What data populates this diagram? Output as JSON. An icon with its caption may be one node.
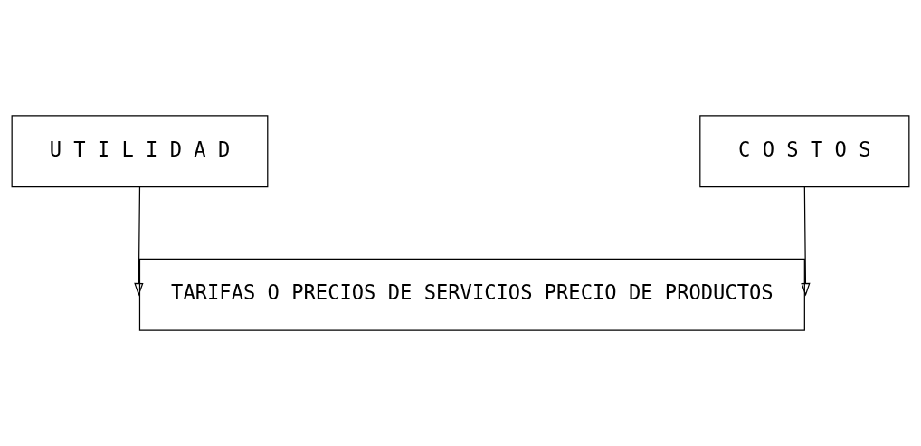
{
  "diagram": {
    "nodes": [
      {
        "text": [
          "U T I L I D A D"
        ]
      },
      {
        "text": [
          "C O S T O S"
        ]
      },
      {
        "text": [
          "TARIFAS O PRECIOS DE SERVICIOS PRECIO DE PRODUCTOS"
        ]
      }
    ],
    "edges": [
      {
        "from": 0,
        "to": 2,
        "arrow": "to"
      },
      {
        "from": 1,
        "to": 2,
        "arrow": "to"
      }
    ]
  }
}
